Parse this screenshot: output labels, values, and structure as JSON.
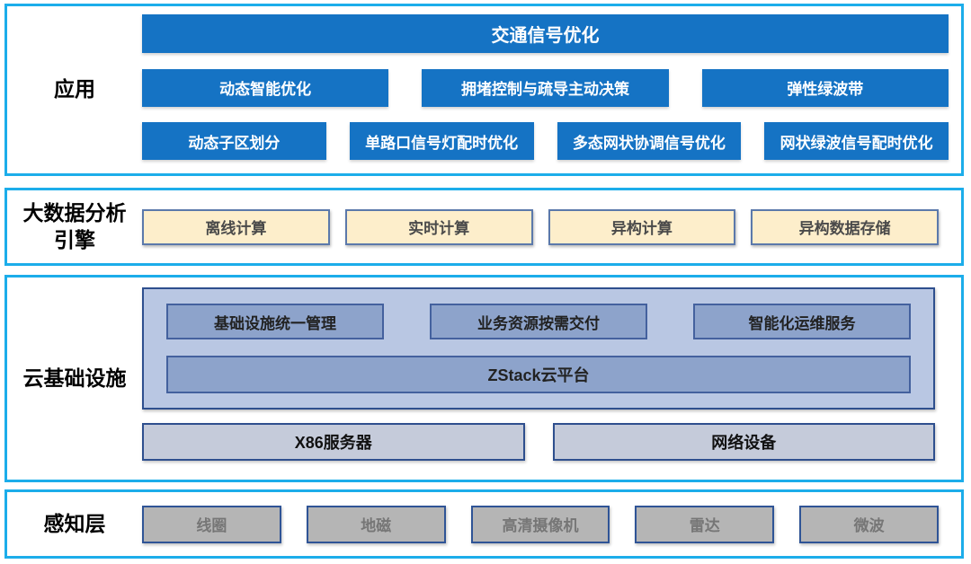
{
  "colors": {
    "section_border": "#1cadea",
    "primary_blue": "#1573c4",
    "yellow_fill": "#fdeecb",
    "yellow_border": "#5b79ab",
    "periwinkle_fill": "#b9c7e3",
    "medium_blue_fill": "#8da3cb",
    "medium_blue_border": "#44619e",
    "dark_blue_border": "#2e4f8e",
    "grayblue_fill": "#c5cbda",
    "sensor_gray_fill": "#b5b5b5",
    "sensor_border": "#2f5496",
    "sensor_text": "#767676"
  },
  "app_layer": {
    "label": "应用",
    "title": "交通信号优化",
    "row1": [
      "动态智能优化",
      "拥堵控制与疏导主动决策",
      "弹性绿波带"
    ],
    "row2": [
      "动态子区划分",
      "单路口信号灯配时优化",
      "多态网状协调信号优化",
      "网状绿波信号配时优化"
    ]
  },
  "bigdata_layer": {
    "label_line1": "大数据分析",
    "label_line2": "引擎",
    "items": [
      "离线计算",
      "实时计算",
      "异构计算",
      "异构数据存储"
    ]
  },
  "cloud_layer": {
    "label": "云基础设施",
    "services": [
      "基础设施统一管理",
      "业务资源按需交付",
      "智能化运维服务"
    ],
    "platform": "ZStack云平台",
    "hardware": [
      "X86服务器",
      "网络设备"
    ]
  },
  "sensing_layer": {
    "label": "感知层",
    "items": [
      "线圈",
      "地磁",
      "高清摄像机",
      "雷达",
      "微波"
    ]
  }
}
